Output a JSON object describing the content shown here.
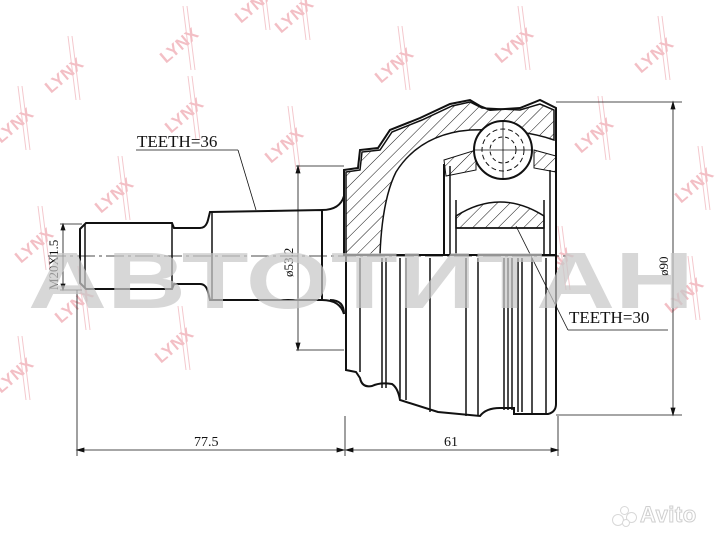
{
  "drawing": {
    "subject": "CV joint outer (technical drawing)",
    "background_color": "#ffffff",
    "line_color": "#111111",
    "dimensions": {
      "thread": "M20X1.5",
      "shaft_diameter": "ø53.2",
      "outer_diameter": "ø90",
      "shaft_length": "77.5",
      "housing_length": "61"
    },
    "annotations": {
      "shaft_teeth": "TEETH=36",
      "inner_teeth": "TEETH=30"
    }
  },
  "watermarks": {
    "overlay_text": "АВТОТИТАН",
    "overlay_color": "#c8c8c8",
    "logo_text": "LYNX",
    "logo_color": "#f2b8bf",
    "marketplace": "Avito"
  }
}
